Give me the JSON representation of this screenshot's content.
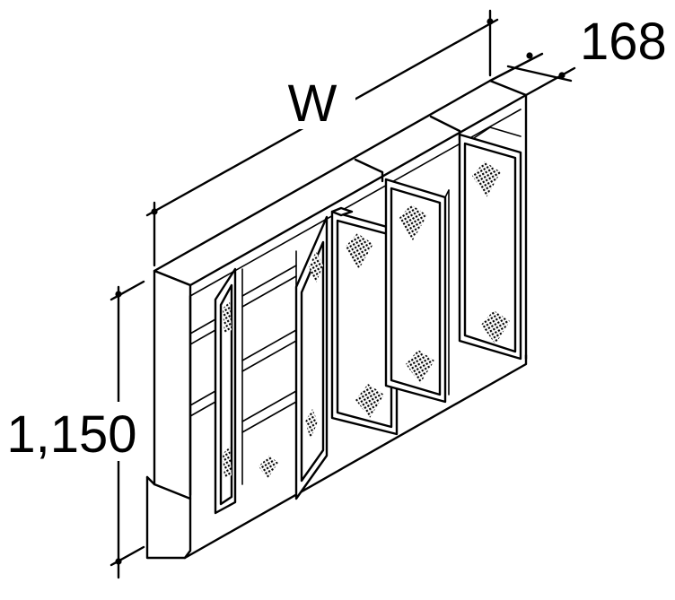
{
  "dimensions": {
    "width_label": "W",
    "depth_label": "168",
    "height_label": "1,150"
  }
}
